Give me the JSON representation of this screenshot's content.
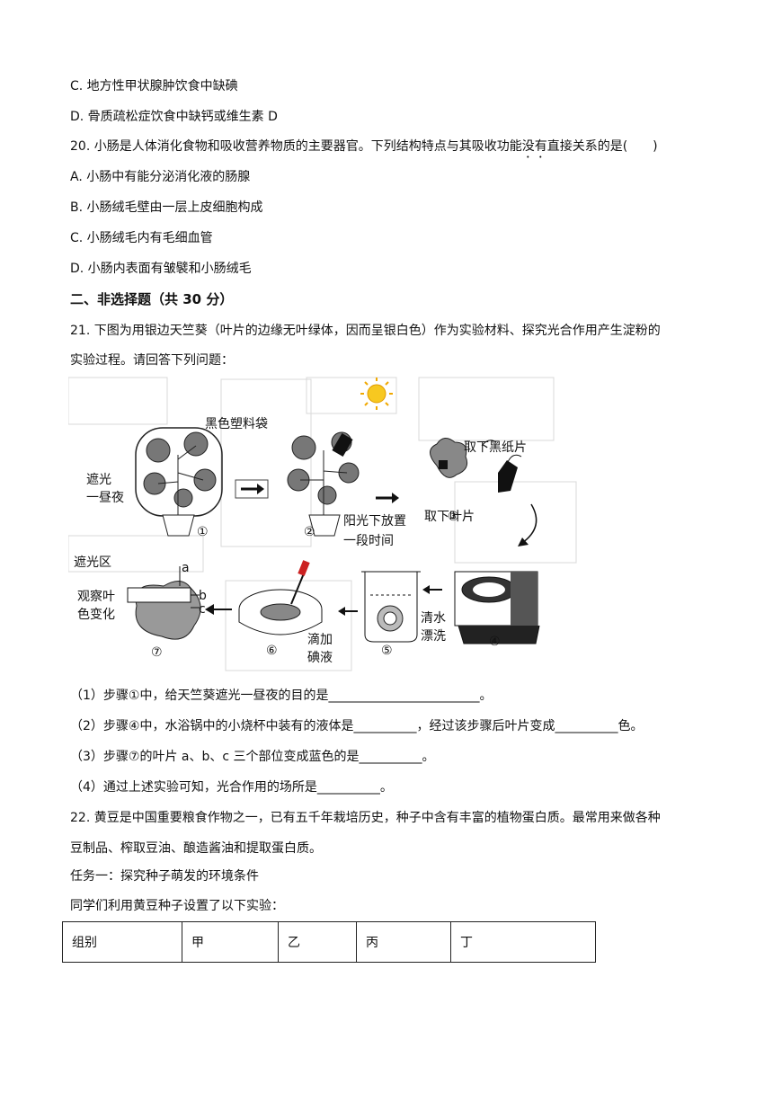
{
  "q19": {
    "optC": "C. 地方性甲状腺肿饮食中缺碘",
    "optD": "D. 骨质疏松症饮食中缺钙或维生素 D"
  },
  "q20": {
    "stem_a": "20. 小肠是人体消化食物和吸收营养物质的主要器官。下列结构特点与其吸收功能",
    "stem_emph": "没有",
    "stem_b": "直接关系的是(　　)",
    "optA": "A. 小肠中有能分泌消化液的肠腺",
    "optB": "B. 小肠绒毛壁由一层上皮细胞构成",
    "optC": "C. 小肠绒毛内有毛细血管",
    "optD": "D. 小肠内表面有皱襞和小肠绒毛"
  },
  "section2": "二、非选择题（共 30 分）",
  "q21": {
    "stem1": "21. 下图为用银边天竺葵（叶片的边缘无叶绿体，因而呈银白色）作为实验材料、探究光合作用产生淀粉的",
    "stem2": "实验过程。请回答下列问题：",
    "figure": {
      "bag": "黑色塑料袋",
      "shade1": "遮光",
      "shade2": "一昼夜",
      "sun1": "阳光下放置",
      "sun2": "一段时间",
      "remove_paper": "取下黑纸片",
      "remove_leaf": "取下叶片",
      "shaded_area": "遮光区",
      "observe1": "观察叶",
      "observe2": "色变化",
      "drip1": "滴加",
      "drip2": "碘液",
      "rinse1": "清水",
      "rinse2": "漂洗",
      "a": "a",
      "b": "b",
      "c": "c",
      "s1": "①",
      "s2": "②",
      "s3": "③",
      "s4": "④",
      "s5": "⑤",
      "s6": "⑥",
      "s7": "⑦"
    },
    "p1": "（1）步骤①中，给天竺葵遮光一昼夜的目的是________________________。",
    "p2": "（2）步骤④中，水浴锅中的小烧杯中装有的液体是__________，经过该步骤后叶片变成__________色。",
    "p3": "（3）步骤⑦的叶片 a、b、c 三个部位变成蓝色的是__________。",
    "p4": "（4）通过上述实验可知，光合作用的场所是__________。"
  },
  "q22": {
    "stem1": "22. 黄豆是中国重要粮食作物之一，已有五千年栽培历史，种子中含有丰富的植物蛋白质。最常用来做各种",
    "stem2": "豆制品、榨取豆油、酿造酱油和提取蛋白质。",
    "task1": "任务一：探究种子萌发的环境条件",
    "intro": "同学们利用黄豆种子设置了以下实验：",
    "table": [
      "组别",
      "甲",
      "乙",
      "丙",
      "丁"
    ]
  }
}
